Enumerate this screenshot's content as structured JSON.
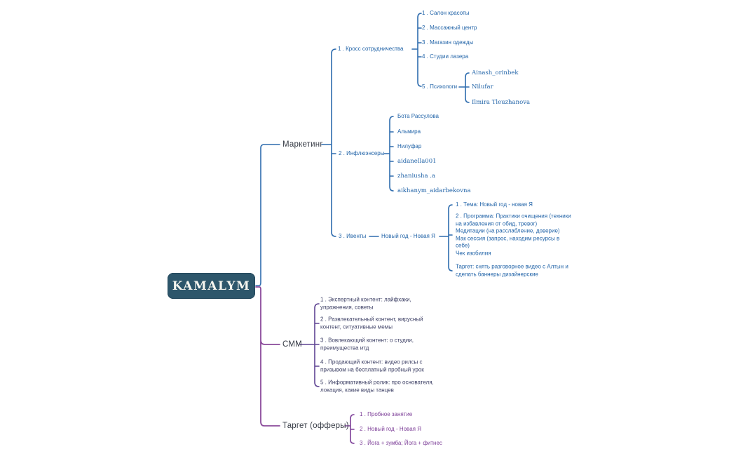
{
  "root": {
    "label": "KAMALYM"
  },
  "colors": {
    "root_bg": "#2d566b",
    "root_text": "#f4f4ee",
    "marketing_line": "#2e6cae",
    "marketing_text": "#2264a8",
    "trunk_line": "#8a4a9a",
    "smm_line": "#5e4392",
    "smm_text": "#3e4166",
    "target_line": "#7d3f98",
    "target_text": "#7d3f98",
    "topic_text": "#363b45"
  },
  "branches": [
    {
      "label": "Маркетинг",
      "children": [
        {
          "label": "1 . Кросс сотрудничества",
          "children": [
            {
              "label": "1 . Салон красоты"
            },
            {
              "label": "2 . Массажный центр"
            },
            {
              "label": "3 . Магазин одежды"
            },
            {
              "label": "4 . Студии лазера"
            },
            {
              "label": "5 . Психологи",
              "children": [
                {
                  "label": "Ainash_orinbek"
                },
                {
                  "label": "Nilufar"
                },
                {
                  "label": "Ilmira Tleuzhanova"
                }
              ]
            }
          ]
        },
        {
          "label": "2 . Инфлюэнсеры",
          "children": [
            {
              "label": "Бота Рассулова"
            },
            {
              "label": "Альмира"
            },
            {
              "label": "Нилуфар"
            },
            {
              "label": "aidanella001"
            },
            {
              "label": "zhaniusha .a"
            },
            {
              "label": "aikhanym_aidarbekovna"
            }
          ]
        },
        {
          "label": "3 . Ивенты",
          "children": [
            {
              "label": "Новый год - Новая Я",
              "children": [
                {
                  "label": "1 . Тема: Новый год - новая Я"
                },
                {
                  "label": "2 . Программа: Практики очищения (техники\nна избавления от обид, тревог)\nМедитации (на расслабление, доверие)\nМак сессия (запрос, находим ресурсы в\nсебе)\nЧек изобилия"
                },
                {
                  "label": "Таргет: снять разговорное видео с Алтын и\nсделать баннеры дизайнерские"
                }
              ]
            }
          ]
        }
      ]
    },
    {
      "label": "СММ",
      "children": [
        {
          "label": "1 . Экспертный контент: лайфхаки,\nупражнения, советы"
        },
        {
          "label": "2 . Развлекательный контент, вирусный\nконтент, ситуативные мемы"
        },
        {
          "label": "3 . Вовлекающий контент: о студии,\nпреимущества итд"
        },
        {
          "label": "4 . Продающий контент: видео рилсы с\nпризывом на бесплатный пробный урок"
        },
        {
          "label": "5 . Информативный ролик: про основателя,\nлокация, какие виды танцев"
        }
      ]
    },
    {
      "label": "Таргет (офферы)",
      "children": [
        {
          "label": "1 . Пробное занятие"
        },
        {
          "label": "2 . Новый год - Новая Я"
        },
        {
          "label": "3 . Йога + зумба; Йога + фитнес"
        }
      ]
    }
  ]
}
